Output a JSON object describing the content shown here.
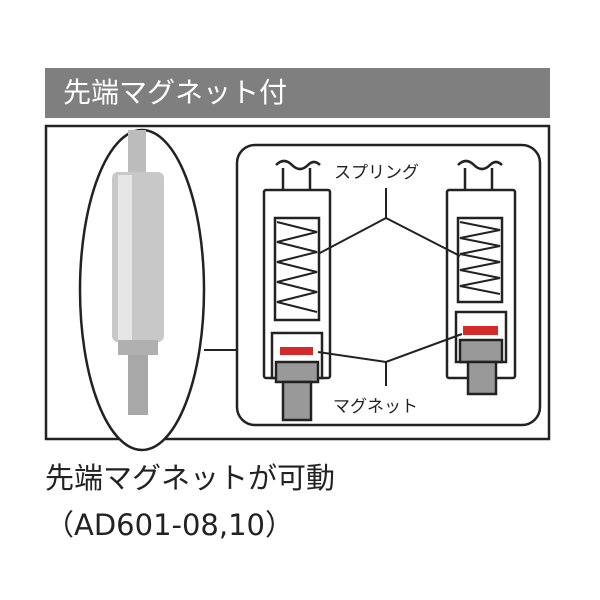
{
  "header": {
    "title": "先端マグネット付"
  },
  "diagram": {
    "spring_label": "スプリング",
    "magnet_label": "マグネット",
    "magnet_color": "#d42a2a"
  },
  "caption": {
    "line1": "先端マグネットが可動",
    "line2": "（AD601-08,10）"
  }
}
